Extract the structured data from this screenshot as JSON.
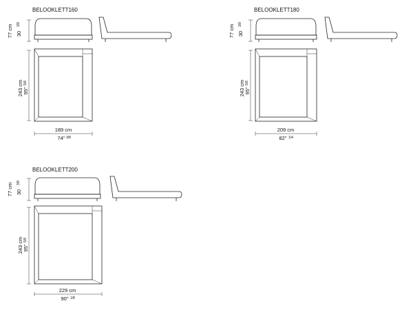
{
  "colors": {
    "line": "#222222",
    "background": "#ffffff"
  },
  "beds": [
    {
      "title": "BELOOKLETT160",
      "height_cm": "77 cm",
      "height_in": "30",
      "height_in_frac": "3/8",
      "length_cm": "243 cm",
      "length_in": "95\"",
      "length_in_frac": "5/8",
      "width_cm": "189 cm",
      "width_in": "74\"",
      "width_in_frac": "3/8"
    },
    {
      "title": "BELOOKLETT180",
      "height_cm": "77 cm",
      "height_in": "30",
      "height_in_frac": "3/8",
      "length_cm": "243 cm",
      "length_in": "95\"",
      "length_in_frac": "5/8",
      "width_cm": "209 cm",
      "width_in": "82\"",
      "width_in_frac": "1/4"
    },
    {
      "title": "BELOOKLETT200",
      "height_cm": "77 cm",
      "height_in": "30",
      "height_in_frac": "3/8",
      "length_cm": "243 cm",
      "length_in": "95\"",
      "length_in_frac": "5/8",
      "width_cm": "229 cm",
      "width_in": "90\"",
      "width_in_frac": "1/8"
    }
  ]
}
